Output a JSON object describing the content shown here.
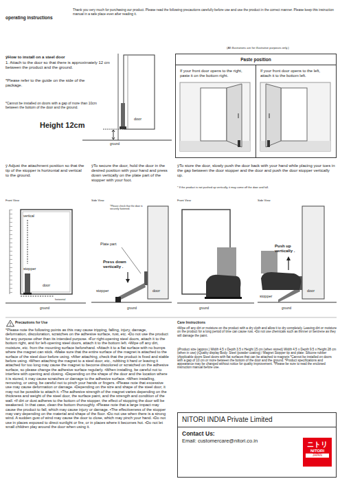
{
  "diagram": {
    "title": "operating instructions",
    "nodes": [
      {
        "text": [
          "Paste position"
        ]
      },
      {
        "text": [
          "If your front door opens to the right, paste it on the bottom right."
        ],
        "in": 0
      },
      {
        "text": [
          "If your front door opens to the left, attach it to the bottom left."
        ],
        "in": 0
      },
      {
        "text": [
          "NITORI INDIA Private Limited",
          "Contact Us:",
          "Email: customercare@nitori.co.in"
        ]
      },
      {
        "text": [
          "ニトリ",
          "NITORI",
          "JAPAN"
        ],
        "in": 3
      }
    ],
    "labels": [
      "Thank you very much for purchasing our product. Please read the following precautions carefully before use and use the product in the correct manner. Please keep this instruction manual in a safe place even after reading it.",
      "(All illustrations are for illustrative purposes only.)",
      "ÿHow to install on a steel door",
      "1. Attach to the door so that there is approximately 12 cm between the product and the ground.",
      "*Please refer to the guide on the side of the package.",
      "*Cannot be installed on doors with a gap of more than 10cm between the bottom of the door and the ground.",
      "Height 12cm",
      "door",
      "ground",
      "ÿ Adjust the attachment position so that the tip of the stopper is horizontal and vertical to the ground.",
      "ÿTo secure the door, hold the door in the desired position with your hand and press down vertically on the plate part of the stopper with your foot.",
      "ÿTo store the door, slowly push the door back with your hand while placing your toes in the gap between the door stopper and the door and push the door stopper vertically up.",
      "* If the product is not pushed up vertically, it may come off the door and fall.",
      "Front View",
      "vertical",
      "stopper",
      "door",
      "horizontal",
      "ground",
      "Side View",
      "*Please check that the door is securely fastened.",
      "Plate part",
      "Press down vertically .",
      "stopper",
      "door",
      "ground",
      "Front View",
      "ground",
      "Side View",
      "Push up vertically .",
      "stopper",
      "door",
      "ground",
      "Precautions for Use",
      "*Please note the following points as this may cause tripping, falling, injury, damage, deformation, discoloration, scratches on the adhesive surface, rust, etc. •Do not use the product for any purpose other than its intended purpose. •For right-opening steel doors, attach it to the bottom right, and for left-opening steel doors, attach it to the bottom left. •Wipe off any dirt, moisture, etc. from the mounting surface beforehand. •Attach it to a flat surface with no bumps where the magnet can stick. •Make sure that the entire surface of the magnet is attached to the surface of the steel door before using. •After attaching, check that the product is fixed and stable before using. •When attaching the magnet to a steel door, etc., rubbing it hard or leaving it attached for too long may cause the magnet to become discolored or scratched on the adhesive surface, so please change the adhesive surface regularly. •When installing, be careful not to interfere with opening and closing. •Depending on the shape of the door and the location where it is stored, it may cause scratches or damage to the adhesive surface. •When installing, removing, or using, be careful not to pinch your hands or fingers. •Please note that excessive use may cause deformation or damage. •Depending on the size and shape of the steel door, it may not be possible to attach it. •The adhesive strength of the magnet varies depending on the thickness and weight of the steel door, the surface paint, and the strength and condition of the wall. •If dirt or dust adheres to the bottom of the stopper, the effect of stopping the door will be weakened. In that case, clean the bottom thoroughly. •Please note that a large impact may cause the product to fall, which may cause injury or damage. •The effectiveness of the stopper may vary depending on the material and shape of the floor. •Do not use when there is a strong wind. A sudden gust of wind may cause the door to close, which may pinch your hand. •Do not use in places exposed to direct sunlight or fire, or in places where it becomes hot. •Do not let small children play around the door when using it.",
      "Care Instructions",
      "•Wipe off any dirt or moisture on the product with a dry cloth and allow it to dry completely. Leaving dirt or moisture on the product for a long period of time can cause rust. •Do not use chemicals such as thinner or benzene as they will damage the paint.",
      "ÿProduct size (approx.) Width 4.5 x Depth 3.5 x Height 15 cm (when stored) Width 4.5 x Depth 9.5 x Height 28 cm (when in use) ÿQuality display Body: Steel (powder coating) / Magnet Stopper tip and plate: Silicone rubber ÿApplicable doors Steel doors with flat surfaces that can be attached to magnets *Cannot be installed on doors with a gap of 10 cm or more between the bottom of the door and the ground. *Product specifications and appearance may be changed without notice for quality improvement. *Please be sure to read the enclosed instruction manual before use."
    ]
  }
}
